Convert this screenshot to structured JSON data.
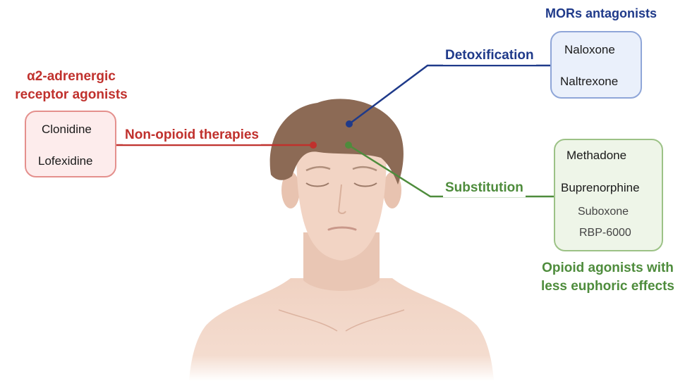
{
  "nonopioid": {
    "class_label": "α2-adrenergic\nreceptor agonists",
    "therapy_label": "Non-opioid therapies",
    "drugs": [
      "Clonidine",
      "Lofexidine"
    ],
    "color": "#c0312d"
  },
  "detox": {
    "class_label": "MORs antagonists",
    "therapy_label": "Detoxification",
    "drugs": [
      "Naloxone",
      "Naltrexone"
    ],
    "color": "#1f3a8a"
  },
  "substitution": {
    "class_label": "Opioid agonists with\nless euphoric effects",
    "therapy_label": "Substitution",
    "drugs": [
      "Methadone",
      "Buprenorphine"
    ],
    "sub_drugs": [
      "Suboxone",
      "RBP-6000"
    ],
    "color": "#4e8c3c"
  }
}
